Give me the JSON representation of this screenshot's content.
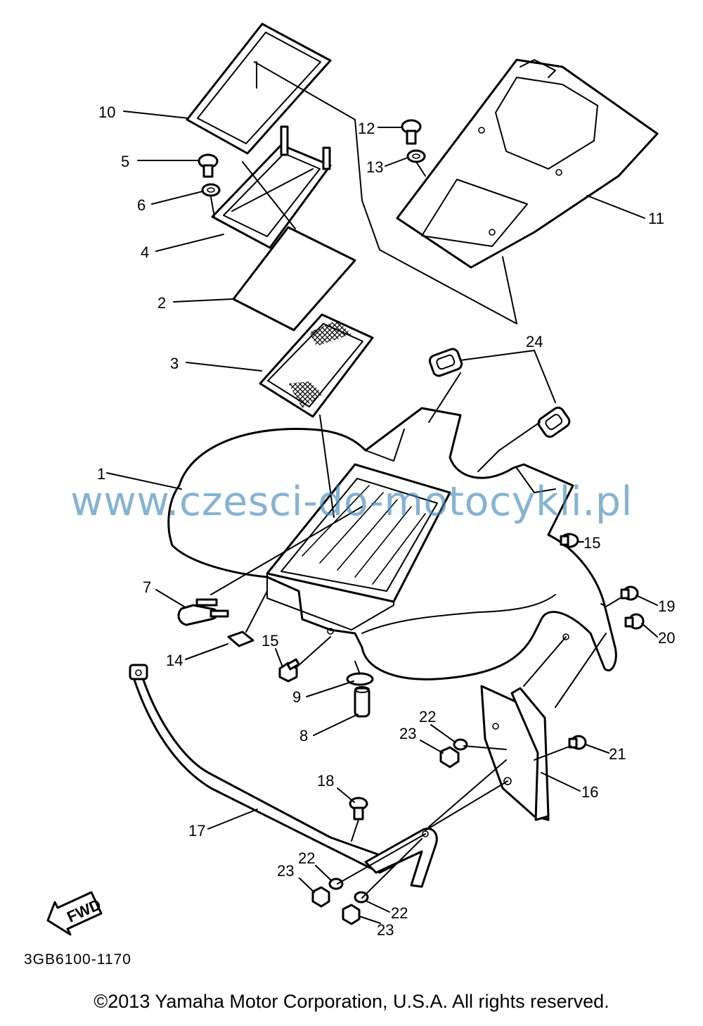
{
  "watermark": "www.czesci-do-motocykli.pl",
  "diagram_code": "3GB6100-1170",
  "copyright": "©2013 Yamaha Motor Corporation, U.S.A. All rights reserved.",
  "fwd_label": "FWD",
  "labels": {
    "p1": "1",
    "p2": "2",
    "p3": "3",
    "p4": "4",
    "p5": "5",
    "p6": "6",
    "p7": "7",
    "p8": "8",
    "p9": "9",
    "p10": "10",
    "p11": "11",
    "p12": "12",
    "p13": "13",
    "p14": "14",
    "p15a": "15",
    "p15b": "15",
    "p16": "16",
    "p17": "17",
    "p18": "18",
    "p19": "19",
    "p20": "20",
    "p21": "21",
    "p22a": "22",
    "p22b": "22",
    "p22c": "22",
    "p23a": "23",
    "p23b": "23",
    "p23c": "23",
    "p24": "24"
  }
}
